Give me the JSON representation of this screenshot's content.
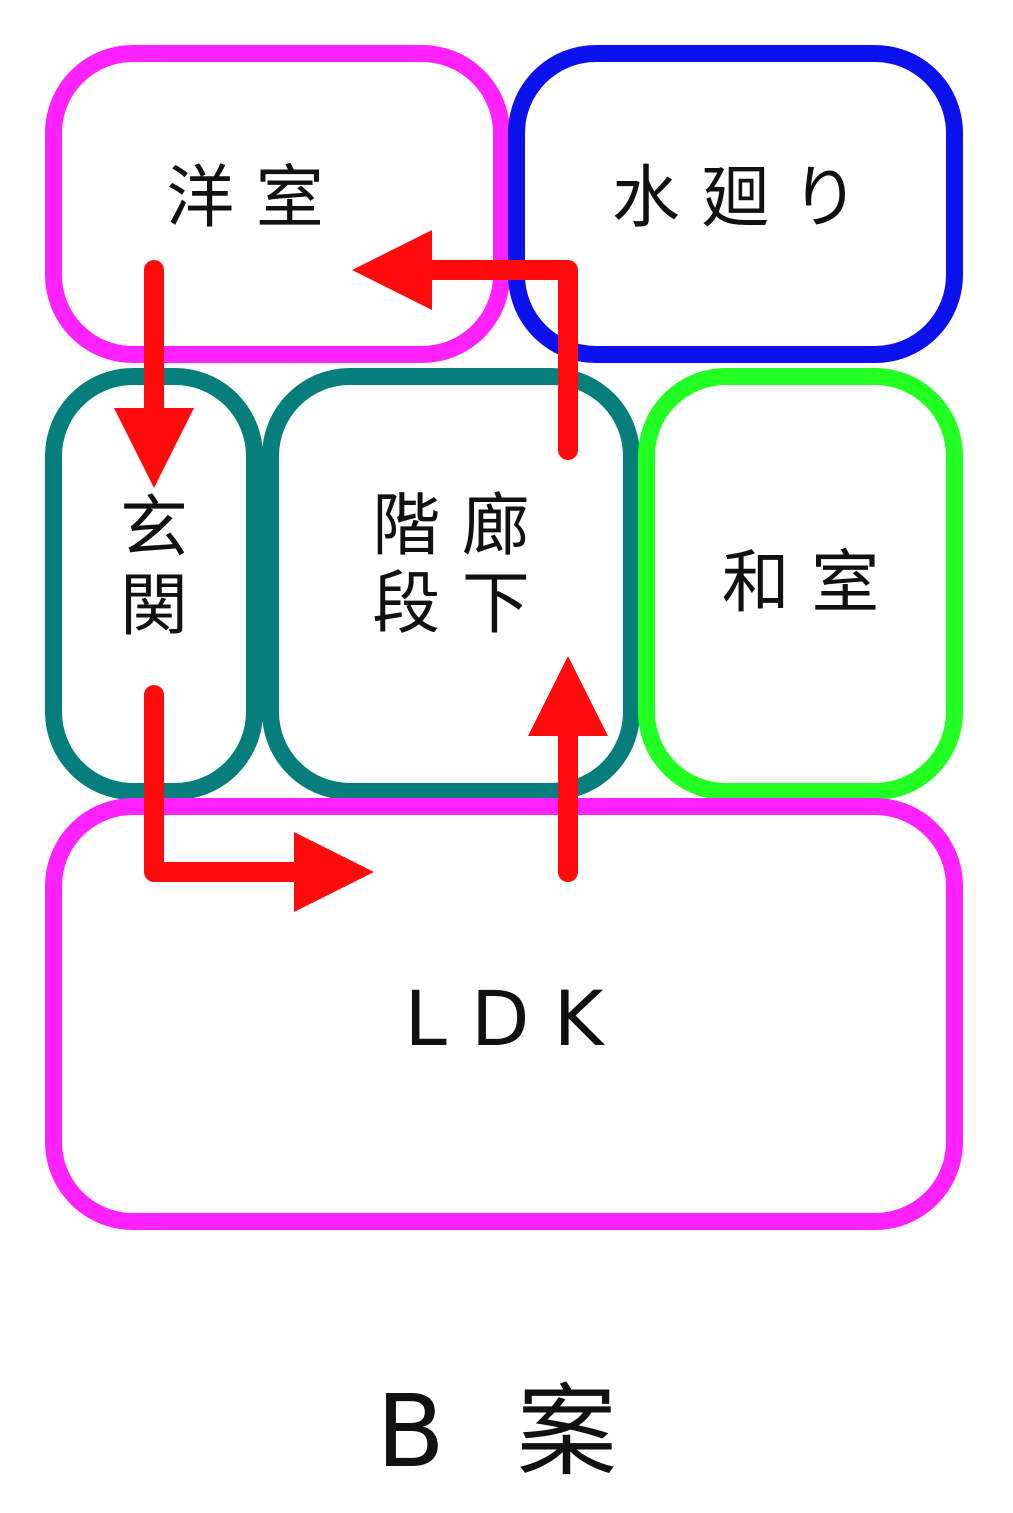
{
  "colors": {
    "youshitsu": "#ff22ff",
    "mizumawari": "#0b12ee",
    "genkan": "#067e7b",
    "kaidan": "#067e7b",
    "washitsu": "#22ff22",
    "ldk": "#ff22ff",
    "arrow": "#ff0b0b"
  },
  "rooms": {
    "youshitsu": "洋 室",
    "mizumawari": "水 廻 り",
    "genkan": "玄\n関",
    "kaidan": "階 廊\n段 下",
    "washitsu": "和 室",
    "ldk": "L D K"
  },
  "plan_label": "B 案"
}
